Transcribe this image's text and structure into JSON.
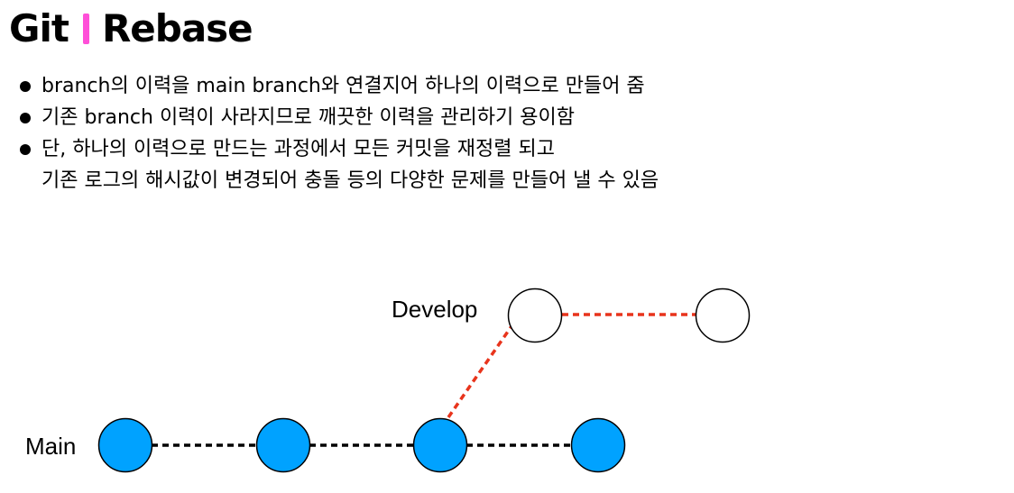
{
  "title": {
    "left": "Git",
    "right": "Rebase",
    "separator_color": "#ff4fd8"
  },
  "bullets": [
    {
      "lines": [
        "branch의 이력을 main branch와 연결지어 하나의 이력으로 만들어 줌"
      ]
    },
    {
      "lines": [
        "기존 branch 이력이 사라지므로 깨끗한 이력을 관리하기 용이함"
      ]
    },
    {
      "lines": [
        "단, 하나의 이력으로 만드는 과정에서 모든 커밋을 재정렬 되고",
        "기존 로그의 해시값이 변경되어 충돌 등의 다양한 문제를 만들어 낼 수 있음"
      ]
    }
  ],
  "diagram": {
    "labels": {
      "develop": "Develop",
      "main": "Main"
    },
    "colors": {
      "main_commit_fill": "#00a2ff",
      "develop_commit_fill": "#ffffff",
      "main_line": "#000000",
      "develop_line": "#e8341c"
    },
    "main_commit_count": 4,
    "develop_commit_count": 2
  }
}
